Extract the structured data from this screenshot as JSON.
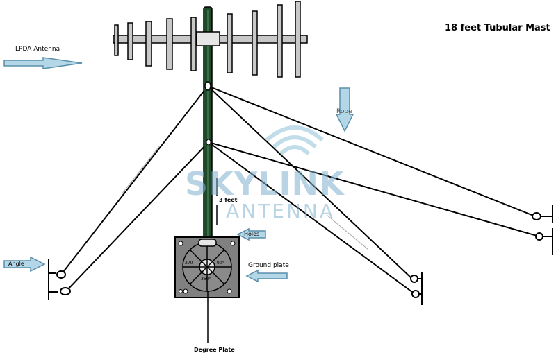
{
  "title": "18 feet Tubular Mast",
  "labels": {
    "lpda": "LPDA Antenna",
    "rope": "Rope",
    "three_feet": "3 feet",
    "holes": "Holes",
    "ground_plate": "Ground plate",
    "angle": "Angle",
    "degree_plate": "Degree Plate"
  },
  "degree_marks": {
    "d270": "270",
    "d90": "90°",
    "d360": "360°"
  },
  "watermark": {
    "brand": "SKYLINK",
    "sub": "ANTENNA"
  },
  "colors": {
    "arrow_fill": "#b4d7e8",
    "arrow_stroke": "#5a8faa",
    "mast": "#1f4a2a",
    "plate": "#808080",
    "element_gray": "#c8c8c8"
  }
}
